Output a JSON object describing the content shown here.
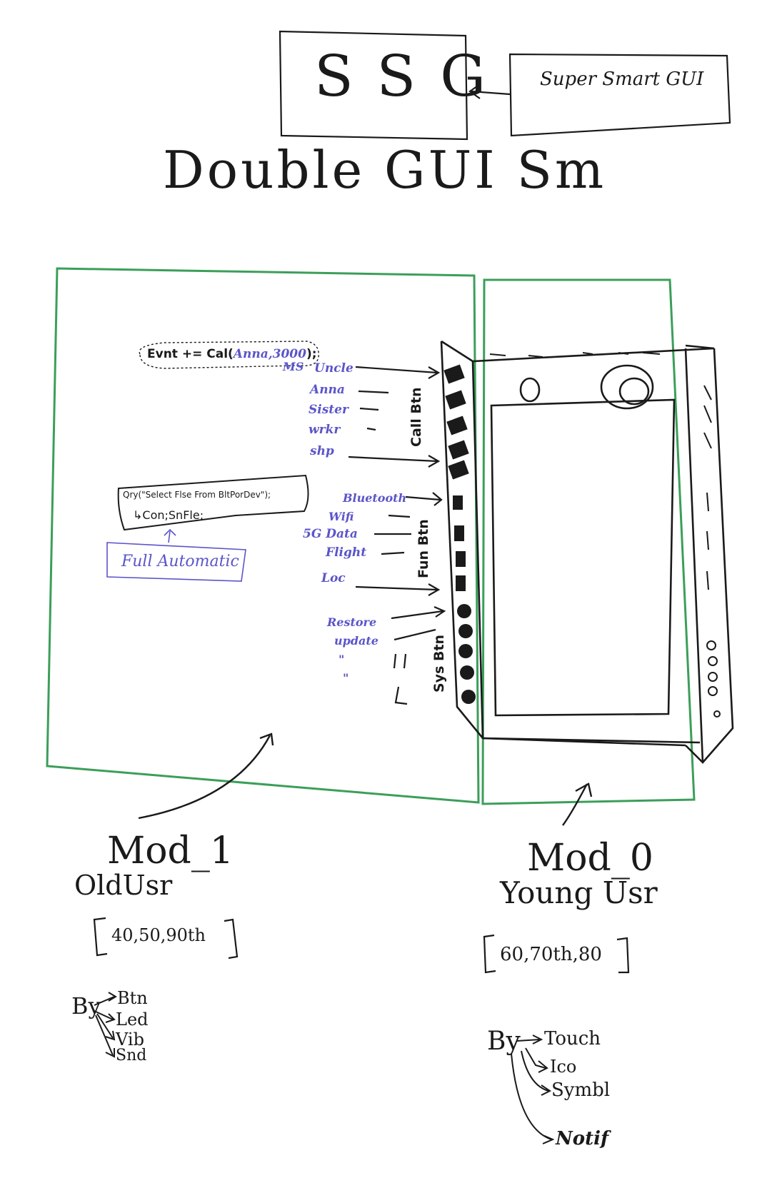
{
  "header": {
    "logo_text": "SSG",
    "expansion": "Super Smart GUI",
    "title": "Double GUI Sm"
  },
  "mod1": {
    "code_event": "Evnt += Cal(",
    "code_event_name": "Anna",
    "code_event_time": ",3000",
    "code_event_close": ");",
    "code_event_unit": "MS",
    "query_line1": "Qry(\"Select Flse From BltPorDev\");",
    "query_line2": "Con;SnFle;",
    "full_auto": "Full Automatic",
    "call_labels": [
      "Uncle",
      "Anna",
      "Sister",
      "wrkr",
      "shp"
    ],
    "call_group": "Call Btn",
    "fun_labels": [
      "Bluetooth",
      "Wifi",
      "5G Data",
      "Flight",
      "Loc"
    ],
    "fun_group": "Fun Btn",
    "sys_labels": [
      "Restore",
      "update",
      "\"",
      "\""
    ],
    "sys_group": "Sys Btn",
    "caption": "Mod_1",
    "user": "OldUsr",
    "ages": "40,50,90th",
    "by": "By",
    "by_items": [
      "Btn",
      "Led",
      "Vib",
      "Snd"
    ]
  },
  "mod0": {
    "caption": "Mod_0",
    "user": "Young Usr",
    "ages": "60,70th,80",
    "by": "By",
    "by_items": [
      "Touch",
      "Ico",
      "Symbl",
      "Notif"
    ]
  },
  "colors": {
    "frame": "#3c9e5a",
    "annotation": "#5b55c9",
    "ink": "#1a1a1a"
  }
}
